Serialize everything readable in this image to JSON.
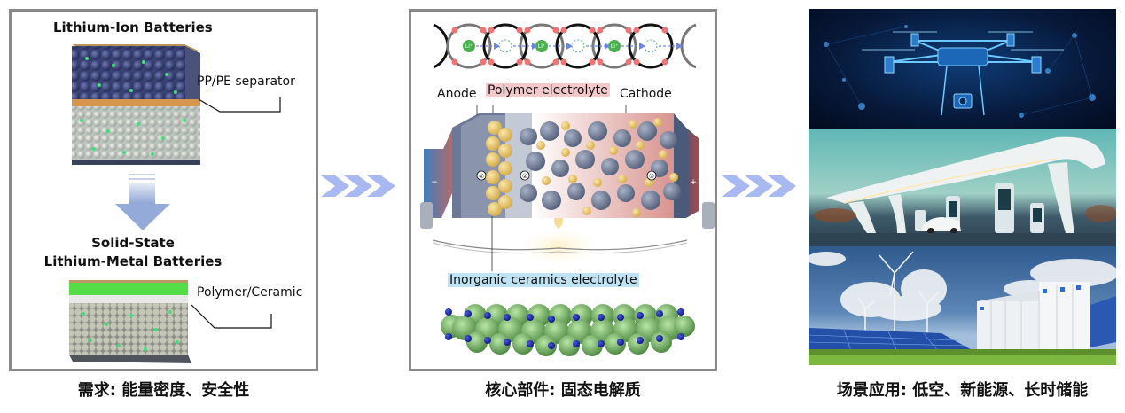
{
  "panels": {
    "demand": {
      "lib_title": "Lithium-Ion  Batteries",
      "lib_separator_label": "PP/PE separator",
      "sslmb_title_line1": "Solid-State",
      "sslmb_title_line2": "Lithium-Metal  Batteries",
      "sslmb_layer_label": "Polymer/Ceramic",
      "caption": "需求: 能量密度、安全性"
    },
    "core": {
      "ion_symbol": "Li⁺",
      "anode_label": "Anode",
      "polymer_label": "Polymer electrolyte",
      "cathode_label": "Cathode",
      "markers": [
        "①",
        "②",
        "③"
      ],
      "terminal_minus": "−",
      "terminal_plus": "+",
      "ceramic_label": "Inorganic ceramics electrolyte",
      "caption": "核心部件: 固态电解质"
    },
    "applications": {
      "images": [
        "drone-low-altitude",
        "ev-charging-station",
        "renewable-energy-storage"
      ],
      "caption": "场景应用: 低空、新能源、长时储能"
    }
  },
  "colors": {
    "frame": "#8a8a8a",
    "arrow": "#a8b8f0",
    "polymer_highlight": "#f5c9cc",
    "ceramic_highlight": "#bfe3f2",
    "li_ion": "#4caf50",
    "anode_green": "#4fd34a"
  }
}
